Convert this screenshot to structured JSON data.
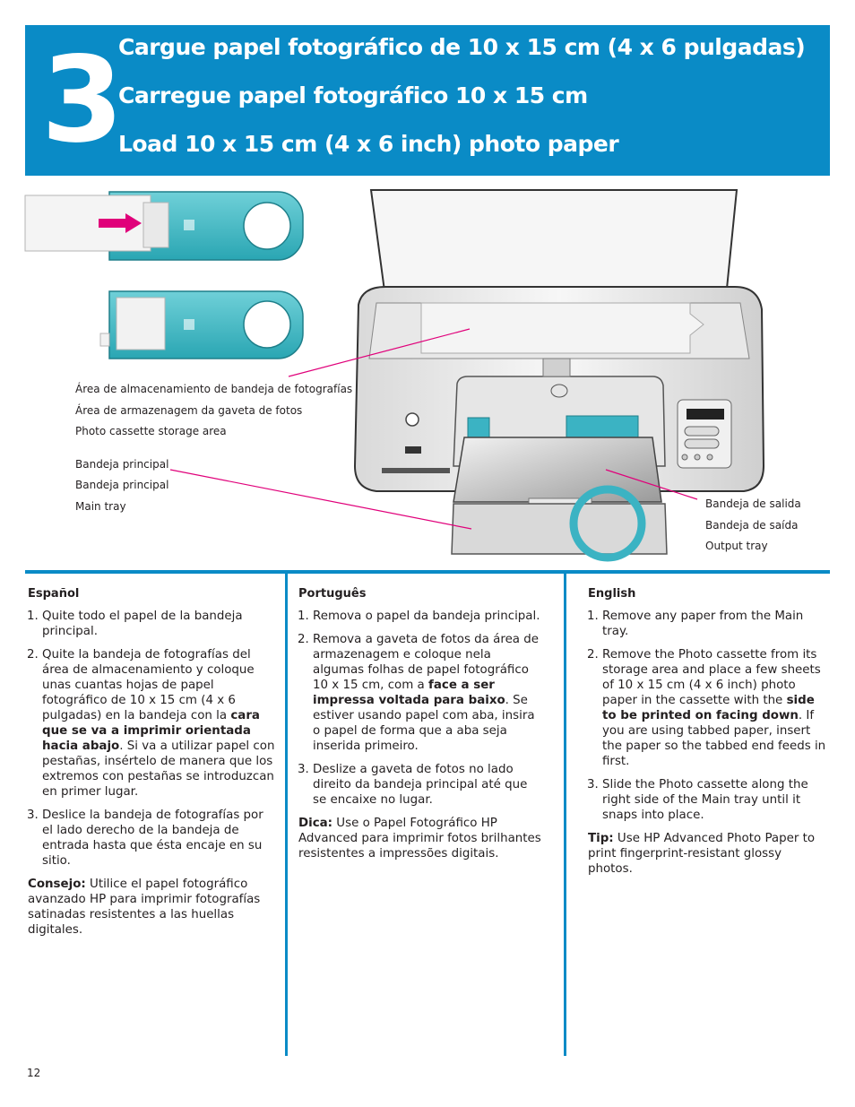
{
  "banner": {
    "step_number": "3",
    "title_es": "Cargue papel fotográfico de 10 x 15 cm (4 x 6 pulgadas)",
    "title_pt": "Carregue papel fotográfico 10 x 15 cm",
    "title_en": "Load 10 x 15 cm (4 x 6 inch) photo paper",
    "color": "#0a8bc6"
  },
  "callouts": {
    "storage_es": "Área de almacenamiento de bandeja de fotografías",
    "storage_pt": "Área de armazenagem da gaveta de fotos",
    "storage_en": "Photo cassette storage area",
    "main_es": "Bandeja principal",
    "main_pt": "Bandeja principal",
    "main_en": "Main tray",
    "output_es": "Bandeja de salida",
    "output_pt": "Bandeja de saída",
    "output_en": "Output tray",
    "line_color": "#e0007a"
  },
  "spanish": {
    "heading": "Español",
    "s1": "Quite todo el papel de la bandeja principal.",
    "s2a": "Quite la bandeja de fotografías del área de almacenamiento y coloque unas cuantas hojas de papel fotográfico de 10 x 15 cm (4 x 6 pulgadas) en la bandeja con la ",
    "s2b": "cara que se va a imprimir orientada hacia abajo",
    "s2c": ". Si va a utilizar papel con pestañas, insértelo de manera que los extremos con pestañas se introduzcan en primer lugar.",
    "s3": "Deslice la bandeja de fotografías por el lado derecho de la bandeja de entrada hasta que ésta encaje en su sitio.",
    "tip_label": "Consejo:",
    "tip_text": " Utilice el papel fotográfico avanzado HP para imprimir fotografías satinadas resistentes a las huellas digitales."
  },
  "portuguese": {
    "heading": "Português",
    "s1": "Remova o papel da bandeja principal.",
    "s2a": "Remova a gaveta de fotos da área de armazenagem e coloque nela algumas folhas de papel fotográfico 10 x 15 cm, com a ",
    "s2b": "face a ser impressa voltada para baixo",
    "s2c": ". Se estiver usando papel com aba, insira o papel de forma que a aba seja inserida primeiro.",
    "s3": "Deslize a gaveta de fotos no lado direito da bandeja principal até que se encaixe no lugar.",
    "tip_label": "Dica:",
    "tip_text": " Use o Papel Fotográfico HP Advanced para imprimir fotos brilhantes resistentes a impressões digitais."
  },
  "english": {
    "heading": "English",
    "s1": "Remove any paper from the Main tray.",
    "s2a": "Remove the Photo cassette from its storage area and place a few sheets of 10 x 15 cm (4 x 6 inch) photo paper in the cassette with the ",
    "s2b": "side to be printed on facing down",
    "s2c": ". If you are using tabbed paper, insert the paper so the tabbed end feeds in first.",
    "s3": "Slide the Photo cassette along the right side of the Main tray until it snaps into place.",
    "tip_label": "Tip:",
    "tip_text": " Use HP Advanced Photo Paper to print fingerprint-resistant glossy photos."
  },
  "footer": {
    "page_number": "12"
  }
}
